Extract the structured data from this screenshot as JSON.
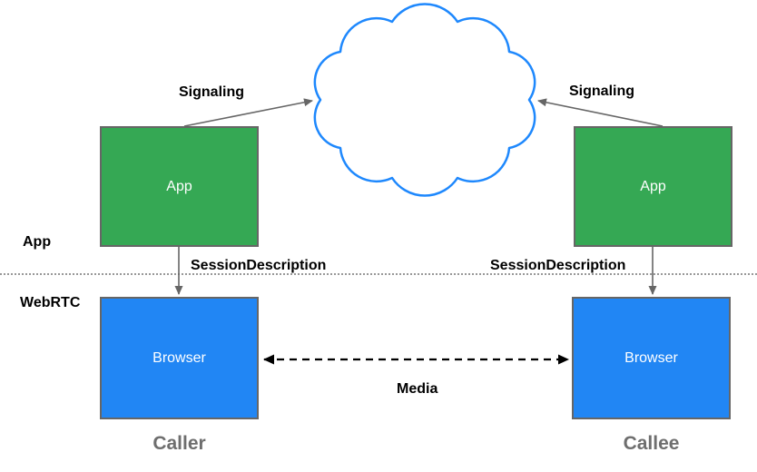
{
  "diagram": {
    "layers": {
      "app": "App",
      "webrtc": "WebRTC"
    },
    "nodes": {
      "caller_app": {
        "label": "App"
      },
      "callee_app": {
        "label": "App"
      },
      "caller_browser": {
        "label": "Browser"
      },
      "callee_browser": {
        "label": "Browser"
      }
    },
    "edges": {
      "signaling_left": {
        "label": "Signaling"
      },
      "signaling_right": {
        "label": "Signaling"
      },
      "session_description_left": {
        "label": "SessionDescription"
      },
      "session_description_right": {
        "label": "SessionDescription"
      },
      "media": {
        "label": "Media"
      }
    },
    "captions": {
      "caller": "Caller",
      "callee": "Callee"
    },
    "icons": {
      "cloud": "signaling-cloud-icon"
    },
    "colors": {
      "app_fill": "#35A854",
      "browser_fill": "#2186F4",
      "cloud_stroke": "#1E88FD",
      "arrow_gray": "#666666",
      "media_arrow": "#000000",
      "caption_gray": "#6E6E6E",
      "divider_gray": "#999999"
    }
  }
}
